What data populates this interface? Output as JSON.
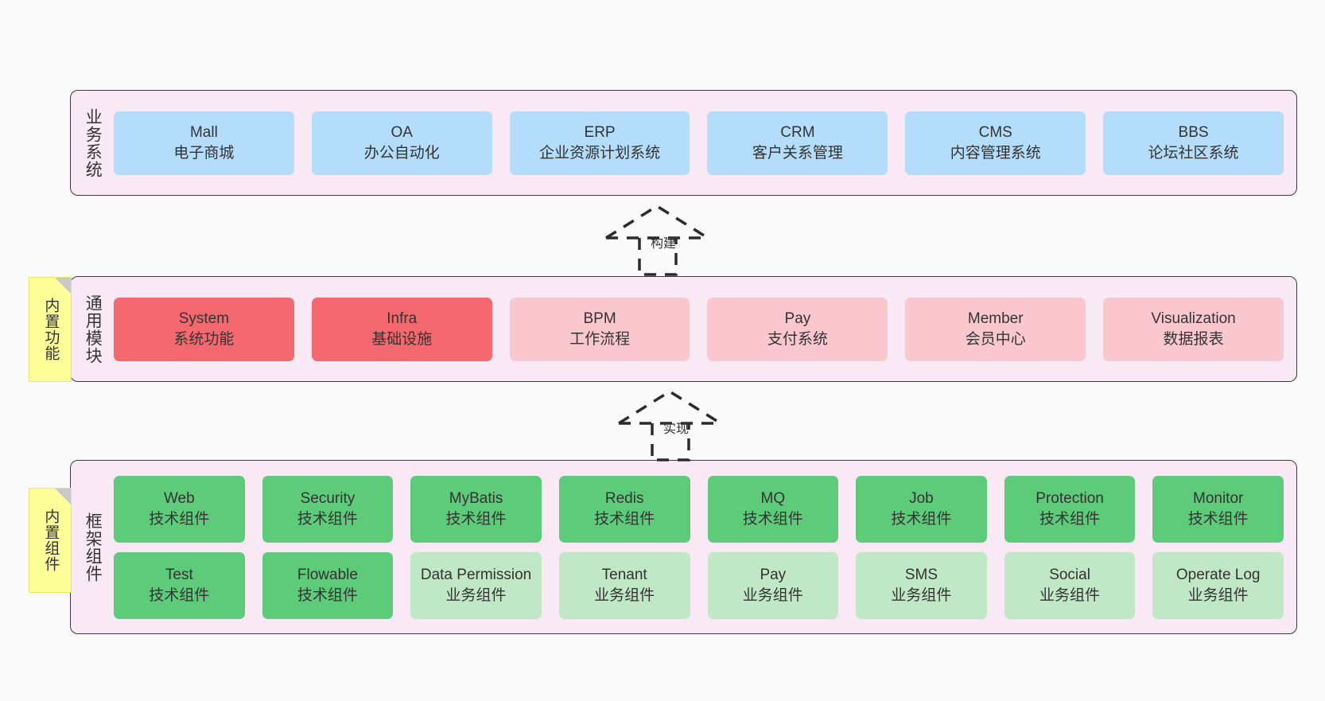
{
  "diagram": {
    "background": "#fafafa",
    "panel_bg": "#f8e9f4",
    "note_bg": "#ffff99"
  },
  "notes": [
    {
      "id": "builtin-function",
      "label": "内置功能"
    },
    {
      "id": "builtin-component",
      "label": "内置组件"
    }
  ],
  "connectors": [
    {
      "id": "build",
      "label": "构建",
      "style": "dashed-hollow-triangle-arrow"
    },
    {
      "id": "realize",
      "label": "实现",
      "style": "dashed-hollow-triangle-arrow"
    }
  ],
  "panels": [
    {
      "id": "business",
      "label": "业务系统",
      "color": "#b3ddfb",
      "rows": [
        [
          {
            "en": "Mall",
            "cn": "电子商城",
            "color": "c-blue"
          },
          {
            "en": "OA",
            "cn": "办公自动化",
            "color": "c-blue"
          },
          {
            "en": "ERP",
            "cn": "企业资源计划系统",
            "color": "c-blue"
          },
          {
            "en": "CRM",
            "cn": "客户关系管理",
            "color": "c-blue"
          },
          {
            "en": "CMS",
            "cn": "内容管理系统",
            "color": "c-blue"
          },
          {
            "en": "BBS",
            "cn": "论坛社区系统",
            "color": "c-blue"
          }
        ]
      ]
    },
    {
      "id": "modules",
      "label": "通用模块",
      "color": "#f4696f",
      "rows": [
        [
          {
            "en": "System",
            "cn": "系统功能",
            "color": "c-red"
          },
          {
            "en": "Infra",
            "cn": "基础设施",
            "color": "c-red"
          },
          {
            "en": "BPM",
            "cn": "工作流程",
            "color": "c-pink"
          },
          {
            "en": "Pay",
            "cn": "支付系统",
            "color": "c-pink"
          },
          {
            "en": "Member",
            "cn": "会员中心",
            "color": "c-pink"
          },
          {
            "en": "Visualization",
            "cn": "数据报表",
            "color": "c-pink"
          }
        ]
      ]
    },
    {
      "id": "framework",
      "label": "框架组件",
      "color": "#5dcb79",
      "rows": [
        [
          {
            "en": "Web",
            "cn": "技术组件",
            "color": "c-green"
          },
          {
            "en": "Security",
            "cn": "技术组件",
            "color": "c-green"
          },
          {
            "en": "MyBatis",
            "cn": "技术组件",
            "color": "c-green"
          },
          {
            "en": "Redis",
            "cn": "技术组件",
            "color": "c-green"
          },
          {
            "en": "MQ",
            "cn": "技术组件",
            "color": "c-green"
          },
          {
            "en": "Job",
            "cn": "技术组件",
            "color": "c-green"
          },
          {
            "en": "Protection",
            "cn": "技术组件",
            "color": "c-green"
          },
          {
            "en": "Monitor",
            "cn": "技术组件",
            "color": "c-green"
          }
        ],
        [
          {
            "en": "Test",
            "cn": "技术组件",
            "color": "c-green"
          },
          {
            "en": "Flowable",
            "cn": "技术组件",
            "color": "c-green"
          },
          {
            "en": "Data Permission",
            "cn": "业务组件",
            "color": "c-lightgreen"
          },
          {
            "en": "Tenant",
            "cn": "业务组件",
            "color": "c-lightgreen"
          },
          {
            "en": "Pay",
            "cn": "业务组件",
            "color": "c-lightgreen"
          },
          {
            "en": "SMS",
            "cn": "业务组件",
            "color": "c-lightgreen"
          },
          {
            "en": "Social",
            "cn": "业务组件",
            "color": "c-lightgreen"
          },
          {
            "en": "Operate Log",
            "cn": "业务组件",
            "color": "c-lightgreen"
          }
        ]
      ]
    }
  ]
}
